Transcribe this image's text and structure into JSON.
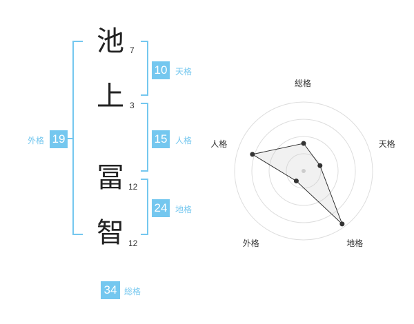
{
  "name": {
    "characters": [
      {
        "char": "池",
        "strokes": "7"
      },
      {
        "char": "上",
        "strokes": "3"
      },
      {
        "char": "冨",
        "strokes": "12"
      },
      {
        "char": "智",
        "strokes": "12"
      }
    ]
  },
  "kakusu": {
    "tenkaku": {
      "value": "10",
      "label": "天格"
    },
    "jinkaku": {
      "value": "15",
      "label": "人格"
    },
    "chikaku": {
      "value": "24",
      "label": "地格"
    },
    "gaikaku": {
      "value": "19",
      "label": "外格"
    },
    "soukaku": {
      "value": "34",
      "label": "総格"
    }
  },
  "colors": {
    "accent": "#74c7ef",
    "bracket": "#74c7ef",
    "text": "#222222"
  },
  "chart_data": {
    "type": "radar",
    "axes": [
      "総格",
      "天格",
      "地格",
      "外格",
      "人格"
    ],
    "values": [
      0.4,
      0.25,
      0.95,
      0.18,
      0.78
    ],
    "range": [
      0,
      1
    ],
    "rings": 4
  }
}
